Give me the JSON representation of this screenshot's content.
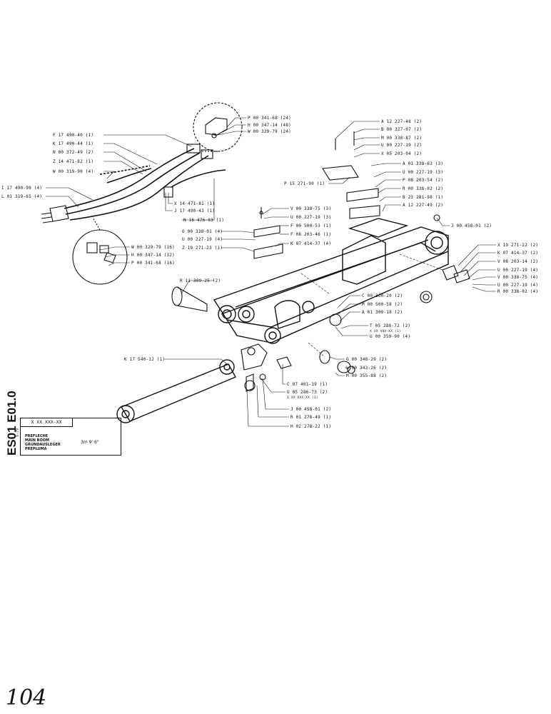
{
  "sheet": {
    "code_vertical": "ES01 E01.0",
    "rev": "9-79",
    "part_code": "X XX XXX-XX",
    "names": [
      "PREFLECHE",
      "MAIN BOOM",
      "GRUNDAUSLEGER",
      "PREPLUMA"
    ],
    "size": "3m 9' 6\"",
    "page_number": "104"
  },
  "labels": [
    {
      "text": "P 00 341-68 (24)"
    },
    {
      "text": "H 00 347-14 (48)"
    },
    {
      "text": "W 00 329-79 (24)"
    },
    {
      "text": "F 17 490-40 (1)"
    },
    {
      "text": "K 17 490-44 (1)"
    },
    {
      "text": "N 00 372-49 (2)"
    },
    {
      "text": "Z 14 471-82 (1)"
    },
    {
      "text": "W 00 319-90 (4)"
    },
    {
      "text": "I 17 490-99 (4)"
    },
    {
      "text": "L 01 319-65 (4)"
    },
    {
      "text": "X 14 471-81 (1)"
    },
    {
      "text": "J 17 490-43 (1)"
    },
    {
      "text": "N 16 476-83 (1)"
    },
    {
      "text": "W 00 329-79 (16)"
    },
    {
      "text": "H 00 347-14 (32)"
    },
    {
      "text": "P 00 341-68 (16)"
    },
    {
      "text": "A 12 227-48 (2)"
    },
    {
      "text": "B 00 327-07 (2)"
    },
    {
      "text": "M 00 338-87 (2)"
    },
    {
      "text": "U 00 227-19 (2)"
    },
    {
      "text": "X 05 203-04 (2)"
    },
    {
      "text": "A 01 338-63 (3)"
    },
    {
      "text": "U 00 227-19 (3)"
    },
    {
      "text": "P 08 203-54 (2)"
    },
    {
      "text": "R 00 338-02 (2)"
    },
    {
      "text": "B 23 281-98 (1)"
    },
    {
      "text": "A 12 227-49 (2)"
    },
    {
      "text": "P 15 271-90 (1)"
    },
    {
      "text": "V 00 338-75 (3)"
    },
    {
      "text": "U 00 227-19 (3)"
    },
    {
      "text": "F 00 500-53 (1)"
    },
    {
      "text": "F 08 203-46 (1)"
    },
    {
      "text": "K 07 414-37 (4)"
    },
    {
      "text": "O 00 338-01 (4)"
    },
    {
      "text": "U 00 227-19 (4)"
    },
    {
      "text": "Z 19 271-23 (1)"
    },
    {
      "text": "J 00 458-01 (2)"
    },
    {
      "text": "X 19 271-22 (2)"
    },
    {
      "text": "K 07 414-37 (2)"
    },
    {
      "text": "V 08 203-14 (2)"
    },
    {
      "text": "U 00 227-19 (4)"
    },
    {
      "text": "V 00 338-75 (4)"
    },
    {
      "text": "U 00 227-19 (4)"
    },
    {
      "text": "R 00 338-02 (4)"
    },
    {
      "text": "R 11 309-25 (2)"
    },
    {
      "text": "C 00 360-20 (2)"
    },
    {
      "text": "M 00 500-58 (2)"
    },
    {
      "text": "A 01 309-18 (2)"
    },
    {
      "text": "T 05 286-72 (2)"
    },
    {
      "text": "X XX XXX-XX (1)"
    },
    {
      "text": "U 00 359-90 (4)"
    },
    {
      "text": "K 17 540-12 (1)"
    },
    {
      "text": "O 00 348-29 (2)"
    },
    {
      "text": "L 00 343-26 (2)"
    },
    {
      "text": "M 00 355-88 (2)"
    },
    {
      "text": "C 07 401-19 (1)"
    },
    {
      "text": "U 05 286-73 (2)"
    },
    {
      "text": "X XX XXX-XX (1)"
    },
    {
      "text": "J 00 458-01 (2)"
    },
    {
      "text": "R 01 278-49 (1)"
    },
    {
      "text": "H 02 278-22 (1)"
    }
  ]
}
